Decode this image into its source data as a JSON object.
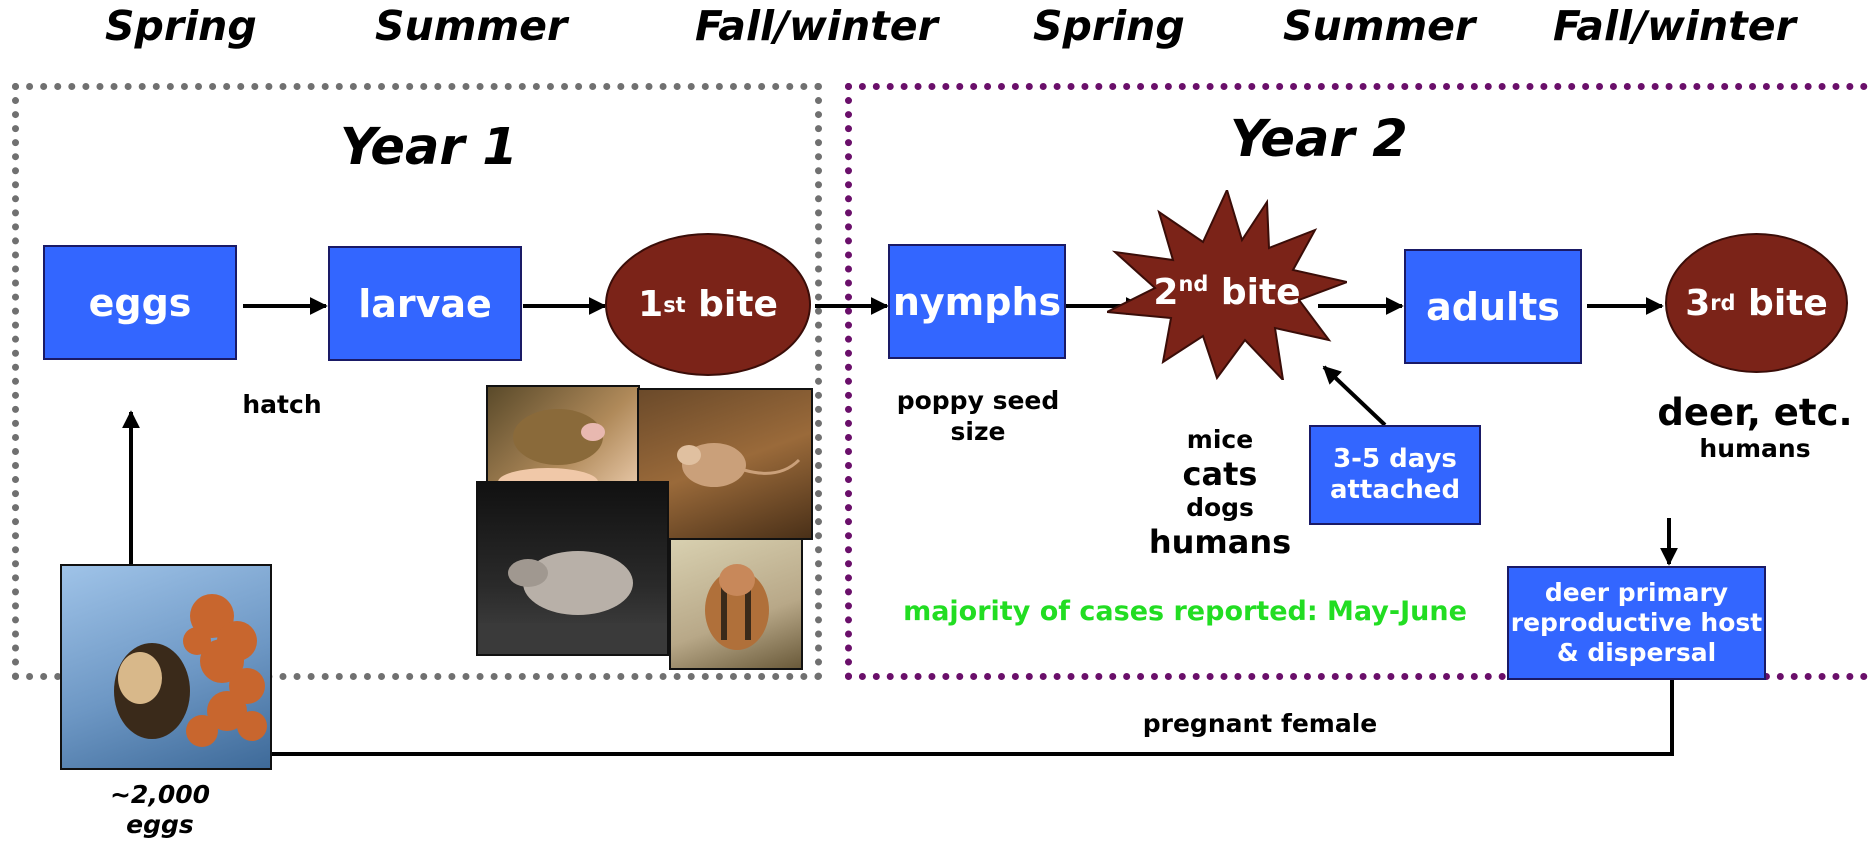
{
  "seasons": [
    "Spring",
    "Summer",
    "Fall/winter",
    "Spring",
    "Summer",
    "Fall/winter"
  ],
  "year1": {
    "title": "Year 1",
    "border_color": "#707070"
  },
  "year2": {
    "title": "Year 2",
    "border_color": "#6a0f6a"
  },
  "stages": {
    "eggs": "eggs",
    "larvae": "larvae",
    "first_bite": {
      "num": "1",
      "sup": "st",
      "text": " bite"
    },
    "nymphs": "nymphs",
    "second_bite": {
      "num": "2",
      "sup": "nd",
      "text": " bite"
    },
    "adults": "adults",
    "third_bite": {
      "num": "3",
      "sup": "rd",
      "text": " bite"
    }
  },
  "labels": {
    "hatch": "hatch",
    "nymph_size_line1": "poppy seed",
    "nymph_size_line2": "size",
    "hosts2": [
      "mice",
      "cats",
      "dogs",
      "humans"
    ],
    "hosts3_main": "deer, etc.",
    "hosts3_sub": "humans",
    "attached_line1": "3-5 days",
    "attached_line2": "attached",
    "deer_line1": "deer primary",
    "deer_line2": "reproductive host",
    "deer_line3": "& dispersal",
    "majority": "majority of cases reported: May-June",
    "pregnant": "pregnant female",
    "egg_count_line1": "~2,000",
    "egg_count_line2": "eggs"
  },
  "colors": {
    "stage_box": "#3366ff",
    "bite": "#7b2318",
    "majority_text": "#22dd22",
    "background": "#ffffff"
  },
  "photos": [
    "tick-with-eggs-photo",
    "mouse-held-in-hand-photo",
    "deer-mouse-on-leaves-photo",
    "shrew-photo",
    "chipmunk-photo"
  ]
}
